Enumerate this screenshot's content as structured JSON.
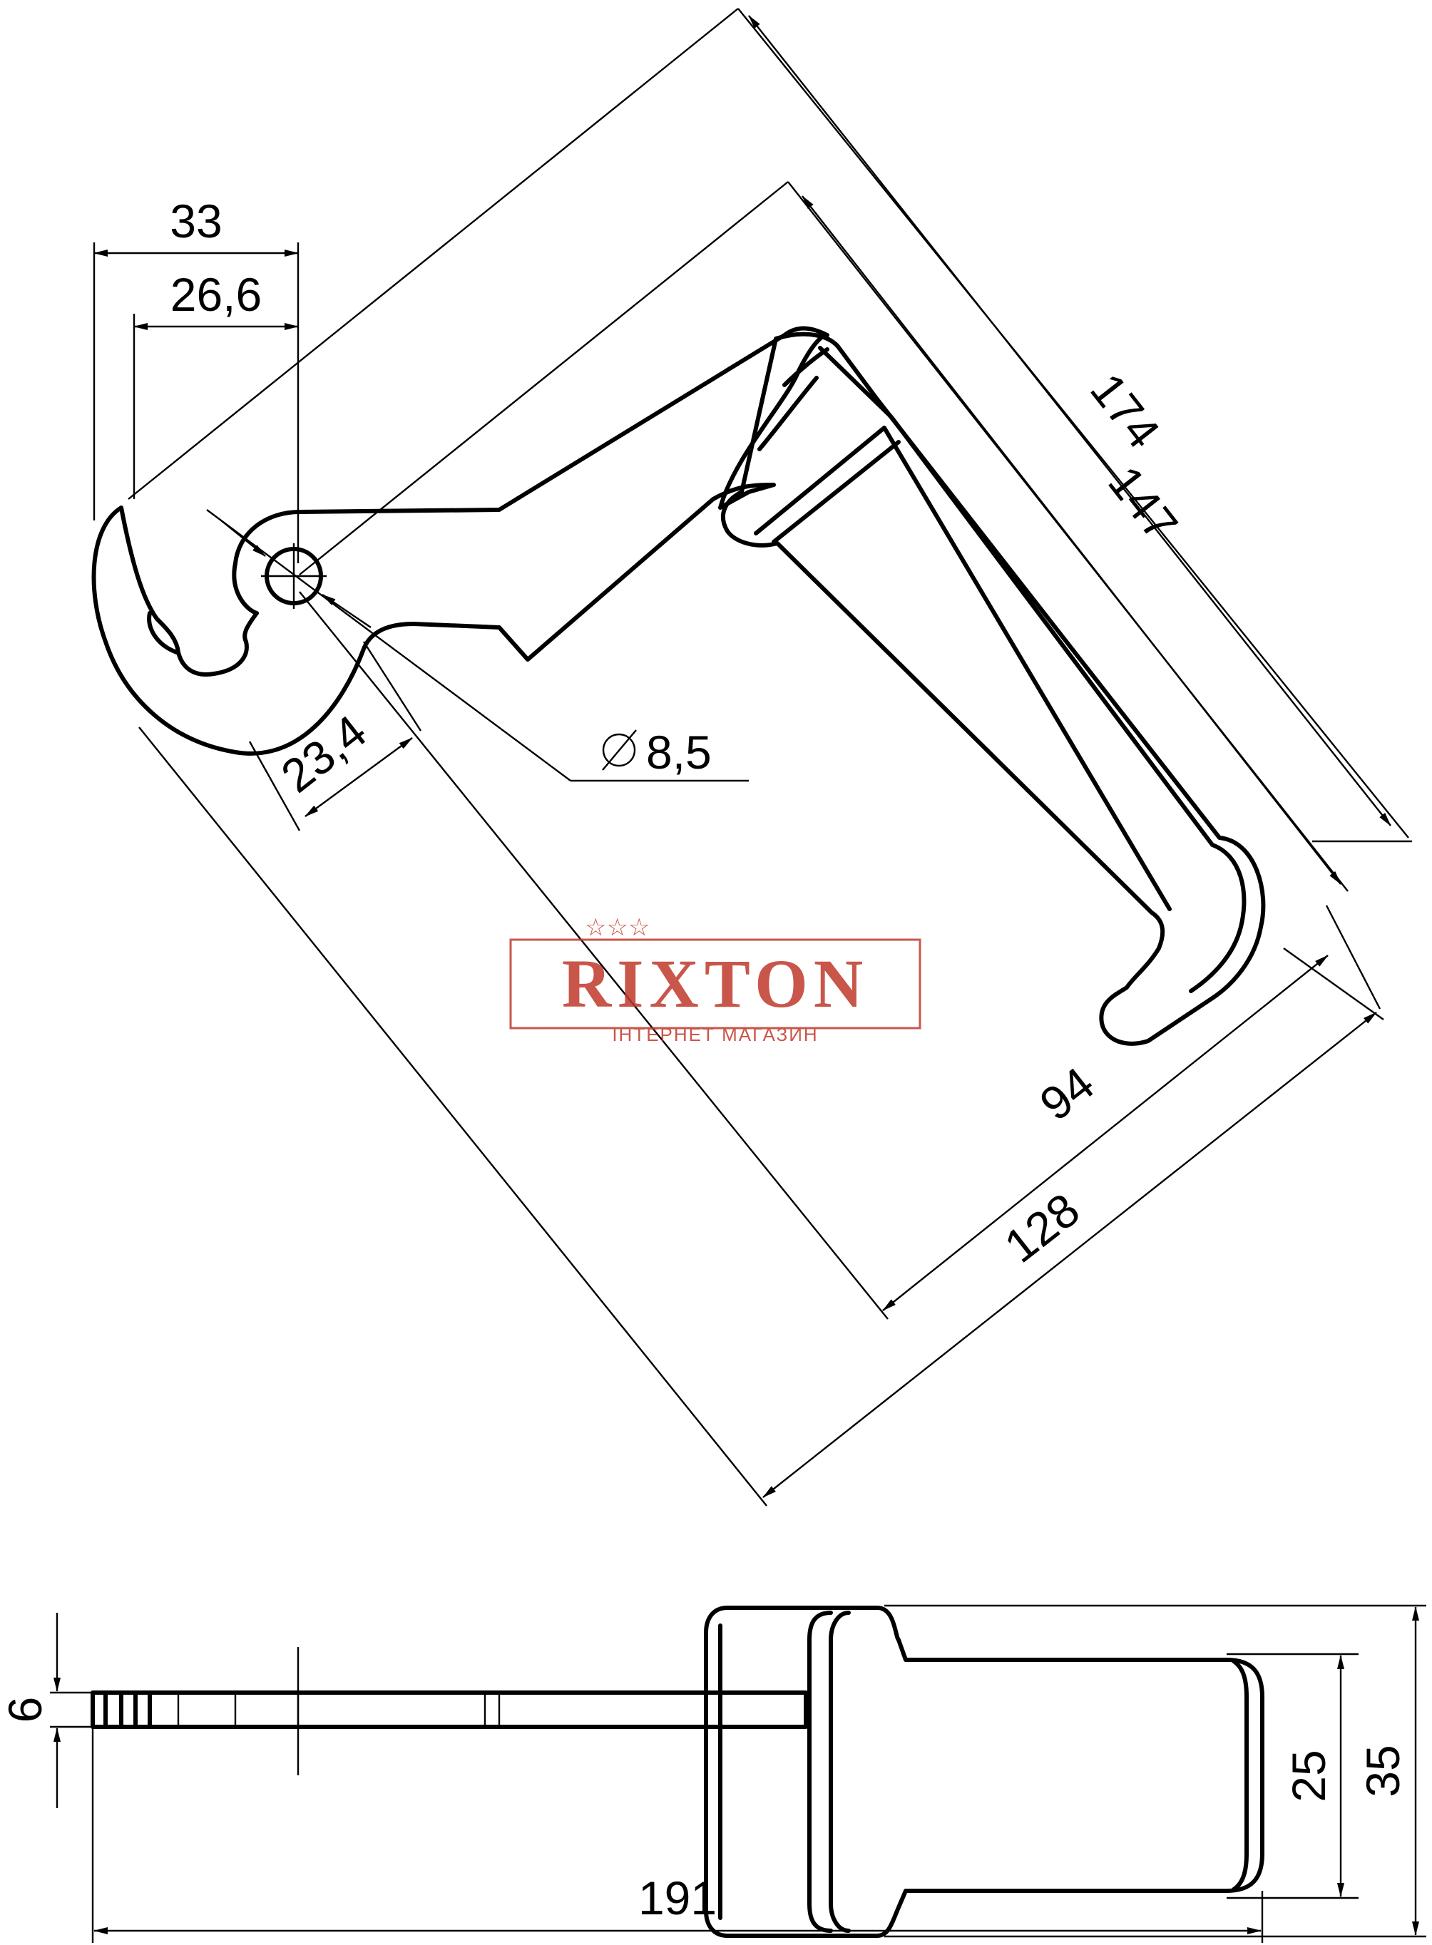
{
  "dimensions": {
    "width_33": "33",
    "width_26_6": "26,6",
    "length_174": "174",
    "length_147": "147",
    "offset_23_4": "23,4",
    "diameter_8_5": "8,5",
    "width_94": "94",
    "width_128": "128",
    "thickness_6": "6",
    "height_25": "25",
    "height_35": "35",
    "length_191": "191"
  },
  "logo": {
    "name": "RIXTON",
    "subtitle": "ІНТЕРНЕТ МАГАЗИН",
    "color": "#c0392b"
  }
}
